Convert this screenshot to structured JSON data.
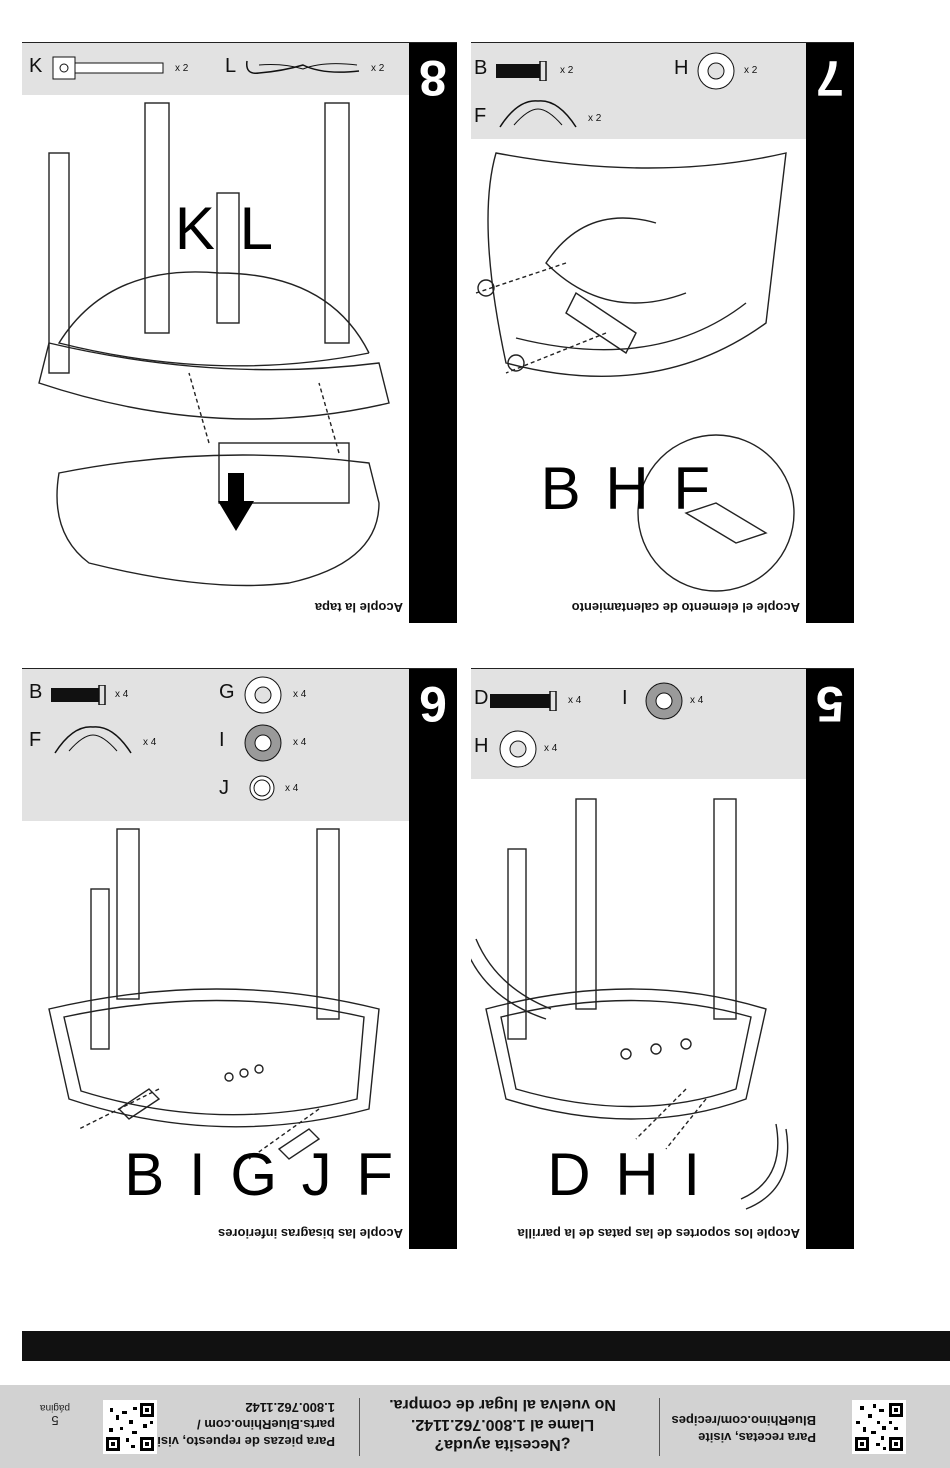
{
  "footer": {
    "page_label": "página",
    "page_number": "5",
    "parts_text": "Para piezas de repuesto, visite parts.BlueRhino.com / 1.800.762.1142",
    "help_title": "¿Necesita ayuda?",
    "help_line1": "Llame al 1.800.762.1142.",
    "help_line2": "No vuelva al lugar de compra.",
    "recipes_text": "Para recetas, visite BlueRhino.com/recipes"
  },
  "steps": [
    {
      "number": "5",
      "title": "Acople los soportes de las patas de la parrilla",
      "parts": [
        {
          "letter": "D",
          "qty": "x 4",
          "icon": "bolt-icon"
        },
        {
          "letter": "I",
          "qty": "x 4",
          "icon": "lock-washer-icon"
        },
        {
          "letter": "H",
          "qty": "x 4",
          "icon": "flat-washer-icon"
        }
      ],
      "callouts": [
        "D",
        "H",
        "I"
      ]
    },
    {
      "number": "6",
      "title": "Acople las bisagras inferiores",
      "parts": [
        {
          "letter": "B",
          "qty": "x 4",
          "icon": "bolt-icon"
        },
        {
          "letter": "G",
          "qty": "x 4",
          "icon": "flat-washer-icon"
        },
        {
          "letter": "F",
          "qty": "x 4",
          "icon": "hinge-bracket-icon"
        },
        {
          "letter": "I",
          "qty": "x 4",
          "icon": "lock-washer-icon"
        },
        {
          "letter": "J",
          "qty": "x 4",
          "icon": "nut-icon"
        }
      ],
      "callouts": [
        "B",
        "I",
        "G",
        "J",
        "F"
      ]
    },
    {
      "number": "7",
      "title": "Acople el elemento de calentamiento",
      "parts": [
        {
          "letter": "B",
          "qty": "x 2",
          "icon": "bolt-icon"
        },
        {
          "letter": "H",
          "qty": "x 2",
          "icon": "flat-washer-icon"
        },
        {
          "letter": "F",
          "qty": "x 2",
          "icon": "hinge-bracket-icon"
        }
      ],
      "callouts": [
        "B",
        "H",
        "F"
      ]
    },
    {
      "number": "8",
      "title": "Acople la tapa",
      "parts": [
        {
          "letter": "K",
          "qty": "x 2",
          "icon": "hinge-pin-icon"
        },
        {
          "letter": "L",
          "qty": "x 2",
          "icon": "cotter-pin-icon"
        }
      ],
      "callouts": [
        "K",
        "L"
      ]
    }
  ],
  "colors": {
    "header_bar": "#111111",
    "parts_box": "#e2e2e2",
    "footer": "#d2d2d2"
  }
}
